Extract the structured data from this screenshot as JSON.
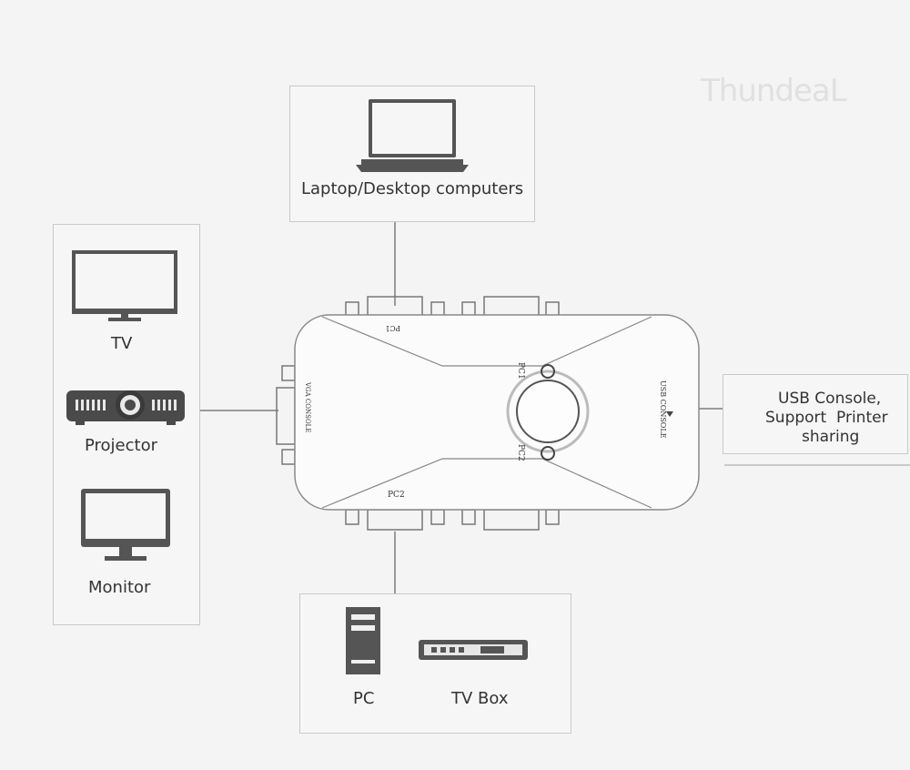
{
  "brand": {
    "logo_text": "ThundeaL"
  },
  "top_box": {
    "label": "Laptop/Desktop computers",
    "icon": "laptop-icon"
  },
  "left_box": {
    "items": [
      {
        "label": "TV",
        "icon": "tv-icon"
      },
      {
        "label": "Projector",
        "icon": "projector-icon"
      },
      {
        "label": "Monitor",
        "icon": "monitor-icon"
      }
    ]
  },
  "right_box": {
    "lines": [
      "USB Console,",
      "Support  Printer",
      "sharing"
    ]
  },
  "bottom_box": {
    "items": [
      {
        "label": "PC",
        "icon": "pc-tower-icon"
      },
      {
        "label": "TV Box",
        "icon": "tv-box-icon"
      }
    ]
  },
  "device": {
    "port_pc1": "PC1",
    "port_pc2": "PC2",
    "port_vga": "VGA CONSOLE",
    "port_usb": "USB CONSOLE",
    "button_pc1": "PC1",
    "button_pc2": "PC2"
  }
}
